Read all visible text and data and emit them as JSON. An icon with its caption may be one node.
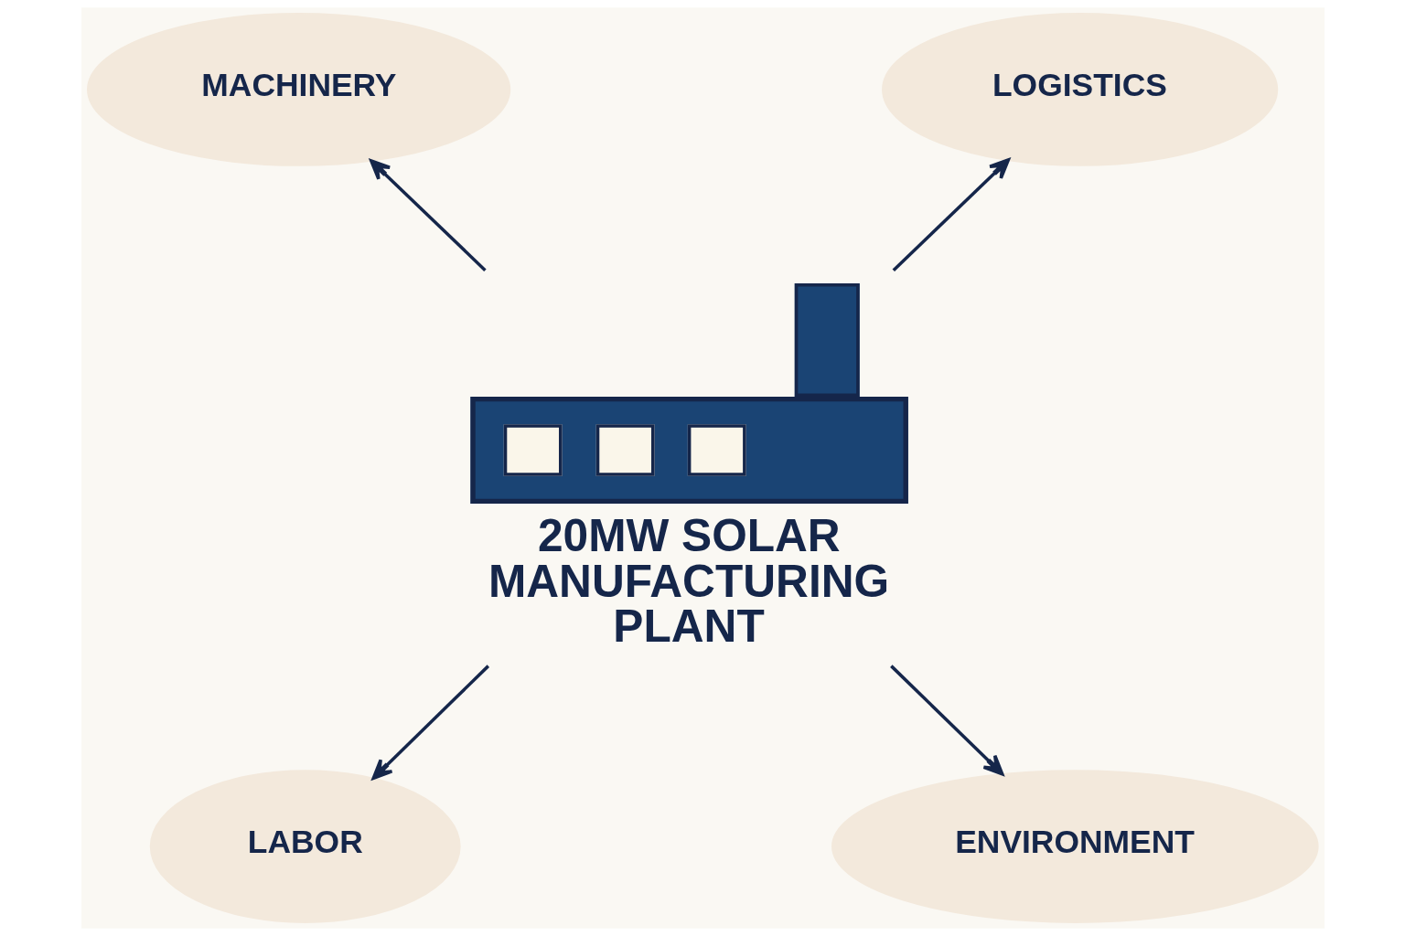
{
  "diagram": {
    "nodes": [
      {
        "text": [
          "MACHINERY"
        ]
      },
      {
        "text": [
          "LOGISTICS"
        ]
      },
      {
        "text": [
          "20MW SOLAR MANUFACTURING PLANT"
        ]
      },
      {
        "text": [
          "LABOR"
        ]
      },
      {
        "text": [
          "ENVIRONMENT"
        ]
      }
    ],
    "edges": [
      {
        "from": 2,
        "to": 0,
        "arrow": "to"
      },
      {
        "from": 2,
        "to": 1,
        "arrow": "to"
      },
      {
        "from": 2,
        "to": 3,
        "arrow": "to"
      },
      {
        "from": 2,
        "to": 4,
        "arrow": "to"
      }
    ]
  }
}
